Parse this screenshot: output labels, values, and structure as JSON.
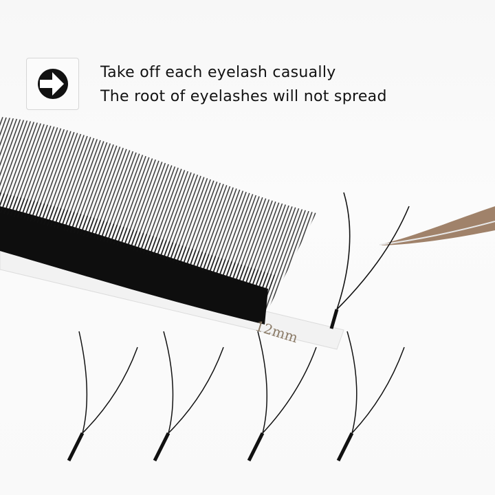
{
  "header": {
    "icon": "arrow-right-circle-icon",
    "lines": [
      "Take off each eyelash casually",
      "The root of eyelashes will not spread"
    ]
  },
  "product": {
    "strip_label": "12mm",
    "single_fans_count": 5
  },
  "colors": {
    "background": "#f9f9f9",
    "lash": "#111111",
    "tweezer": "#a0826a",
    "label_text": "#8a7a66"
  }
}
